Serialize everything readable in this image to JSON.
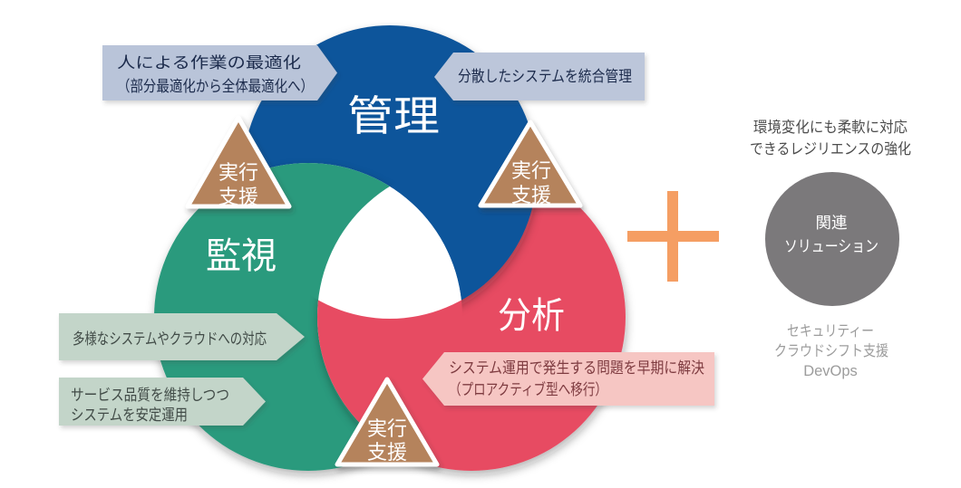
{
  "diagram": {
    "rings": [
      {
        "id": "management",
        "label": "管理",
        "color": "#11549B"
      },
      {
        "id": "monitoring",
        "label": "監視",
        "color": "#2A9A7D"
      },
      {
        "id": "analysis",
        "label": "分析",
        "color": "#E74B62"
      }
    ],
    "badge": {
      "line1": "実行",
      "line2": "支援",
      "color": "#B5835C"
    },
    "callouts": [
      {
        "id": "top-left",
        "lines": [
          "人による作業の最適化",
          "（部分最適化から全体最適化へ）"
        ],
        "bg": "#B9C4D9",
        "fg": "#1C2B4C"
      },
      {
        "id": "top-right",
        "lines": [
          "分散したシステムを統合管理"
        ],
        "bg": "#BCC6DA",
        "fg": "#1C2B4C"
      },
      {
        "id": "mid-left",
        "lines": [
          "多様なシステムやクラウドへの対応"
        ],
        "bg": "#C3D5C9",
        "fg": "#414B47"
      },
      {
        "id": "bottom-left",
        "lines": [
          "サービス品質を維持しつつ",
          "システムを安定運用"
        ],
        "bg": "#C3D5C9",
        "fg": "#414B47"
      },
      {
        "id": "bottom-right",
        "lines": [
          "システム運用で発生する問題を早期に解決",
          "（プロアクティブ型へ移行）"
        ],
        "bg": "#F6C6C3",
        "fg": "#7E3B40"
      }
    ],
    "plus_color": "#F59E63"
  },
  "side_panel": {
    "heading": {
      "line1": "環境変化にも柔軟に対応",
      "line2": "できるレジリエンスの強化",
      "color": "#4D4D4D"
    },
    "related_circle": {
      "line1": "関連",
      "line2": "ソリューション",
      "color": "#7B797B",
      "text_color": "#FFFFFF"
    },
    "solutions": [
      "セキュリティー",
      "クラウドシフト支援",
      "DevOps"
    ],
    "solutions_color": "#9C9C9C"
  }
}
